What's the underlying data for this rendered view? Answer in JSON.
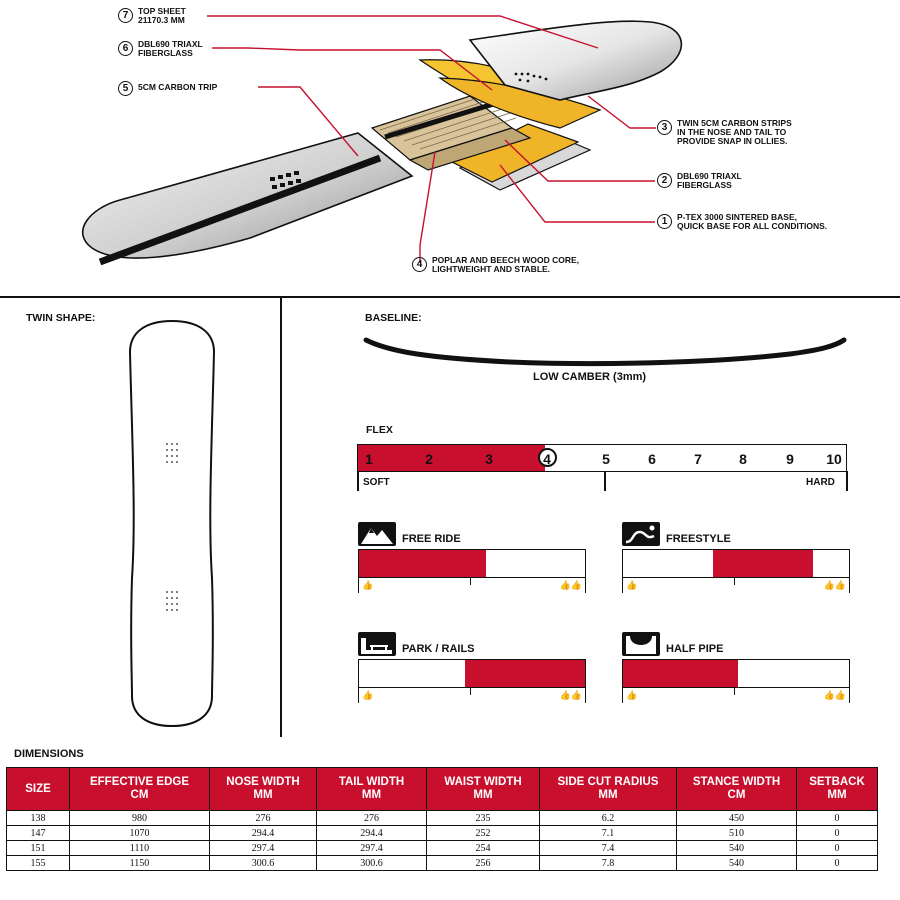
{
  "callouts": [
    {
      "num": "7",
      "lines": [
        "TOP SHEET",
        "21170.3 MM"
      ]
    },
    {
      "num": "6",
      "lines": [
        "DBL690 TRIAXL",
        "FIBERGLASS"
      ]
    },
    {
      "num": "5",
      "lines": [
        "5CM CARBON TRIP"
      ]
    },
    {
      "num": "3",
      "lines": [
        "TWIN 5CM CARBON STRIPS",
        "IN THE NOSE AND TAIL TO",
        "PROVIDE SNAP IN OLLIES."
      ]
    },
    {
      "num": "2",
      "lines": [
        "DBL690 TRIAXL",
        "FIBERGLASS"
      ]
    },
    {
      "num": "1",
      "lines": [
        "P-TEX 3000 SINTERED BASE,",
        "QUICK BASE FOR ALL CONDITIONS."
      ]
    },
    {
      "num": "4",
      "lines": [
        "POPLAR AND BEECH WOOD CORE,",
        "LIGHTWEIGHT AND STABLE."
      ]
    }
  ],
  "shape": {
    "label": "TWIN SHAPE:"
  },
  "baseline": {
    "label": "BASELINE:",
    "profile": "LOW CAMBER (3mm)"
  },
  "flex": {
    "label": "FLEX",
    "numbers": [
      "1",
      "2",
      "3",
      "4",
      "5",
      "6",
      "7",
      "8",
      "9",
      "10"
    ],
    "value": 4,
    "soft": "SOFT",
    "hard": "HARD"
  },
  "ratings": [
    {
      "title": "FREE RIDE",
      "icon": "mountain-icon",
      "fill_start": 0.0,
      "fill_end": 0.56
    },
    {
      "title": "FREESTYLE",
      "icon": "freestyle-icon",
      "fill_start": 0.4,
      "fill_end": 0.84
    },
    {
      "title": "PARK / RAILS",
      "icon": "park-rails-icon",
      "fill_start": 0.47,
      "fill_end": 1.0
    },
    {
      "title": "HALF PIPE",
      "icon": "half-pipe-icon",
      "fill_start": 0.0,
      "fill_end": 0.51
    }
  ],
  "colors": {
    "accent": "#c8102e",
    "ink": "#111111"
  },
  "dimensions": {
    "title": "DIMENSIONS",
    "headers": [
      [
        "SIZE"
      ],
      [
        "EFFECTIVE EDGE",
        "CM"
      ],
      [
        "NOSE WIDTH",
        "MM"
      ],
      [
        "TAIL WIDTH",
        "MM"
      ],
      [
        "WAIST WIDTH",
        "MM"
      ],
      [
        "SIDE CUT RADIUS",
        "MM"
      ],
      [
        "STANCE WIDTH",
        "CM"
      ],
      [
        "SETBACK",
        "MM"
      ]
    ],
    "rows": [
      [
        "138",
        "980",
        "276",
        "276",
        "235",
        "6.2",
        "450",
        "0"
      ],
      [
        "147",
        "1070",
        "294.4",
        "294.4",
        "252",
        "7.1",
        "510",
        "0"
      ],
      [
        "151",
        "1110",
        "297.4",
        "297.4",
        "254",
        "7.4",
        "540",
        "0"
      ],
      [
        "155",
        "1150",
        "300.6",
        "300.6",
        "256",
        "7.8",
        "540",
        "0"
      ]
    ]
  }
}
